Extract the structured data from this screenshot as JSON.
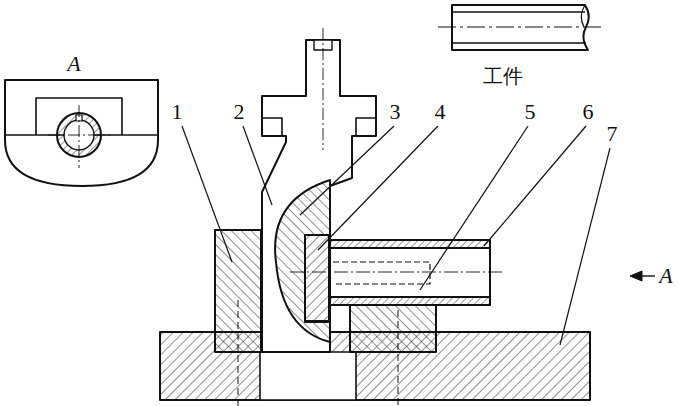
{
  "diagram": {
    "labels": [
      "A",
      "工件",
      "1",
      "2",
      "3",
      "4",
      "5",
      "6",
      "7",
      "A"
    ]
  }
}
